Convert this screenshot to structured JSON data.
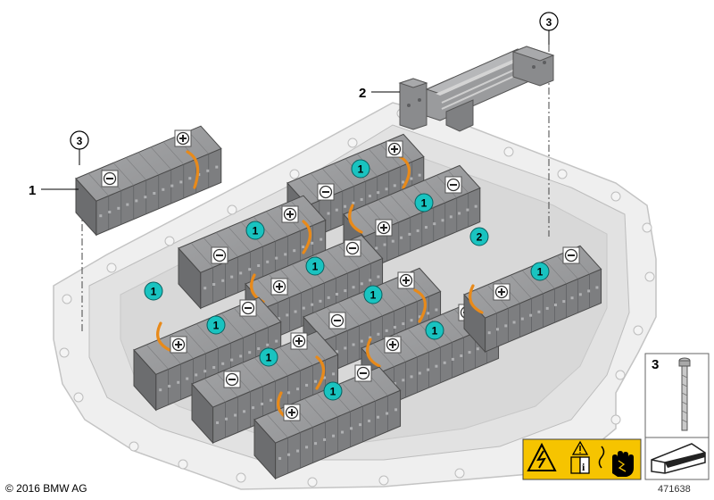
{
  "callouts": {
    "part1": "1",
    "part2": "2",
    "part3_module_left": "3",
    "part3_bracket": "3",
    "part3_legend": "3"
  },
  "module_numbers": [
    "1",
    "1",
    "1",
    "1",
    "1",
    "1",
    "1",
    "1",
    "1",
    "1",
    "2",
    "1"
  ],
  "footer": {
    "copyright": "© 2016 BMW AG",
    "illustration_number": "471638"
  },
  "colors": {
    "battery_grey": "#8f9092",
    "tray_grey": "#e4e4e4",
    "cable_orange": "#e88a1a",
    "callout_cyan": "#19c3c0",
    "warning_yellow": "#f6c400"
  },
  "icons": [
    "plus-terminal-icon",
    "minus-terminal-icon",
    "high-voltage-warning-icon",
    "caution-triangle-icon",
    "manual-info-icon",
    "no-touch-hand-icon",
    "screw-icon",
    "tightening-wedge-icon"
  ]
}
